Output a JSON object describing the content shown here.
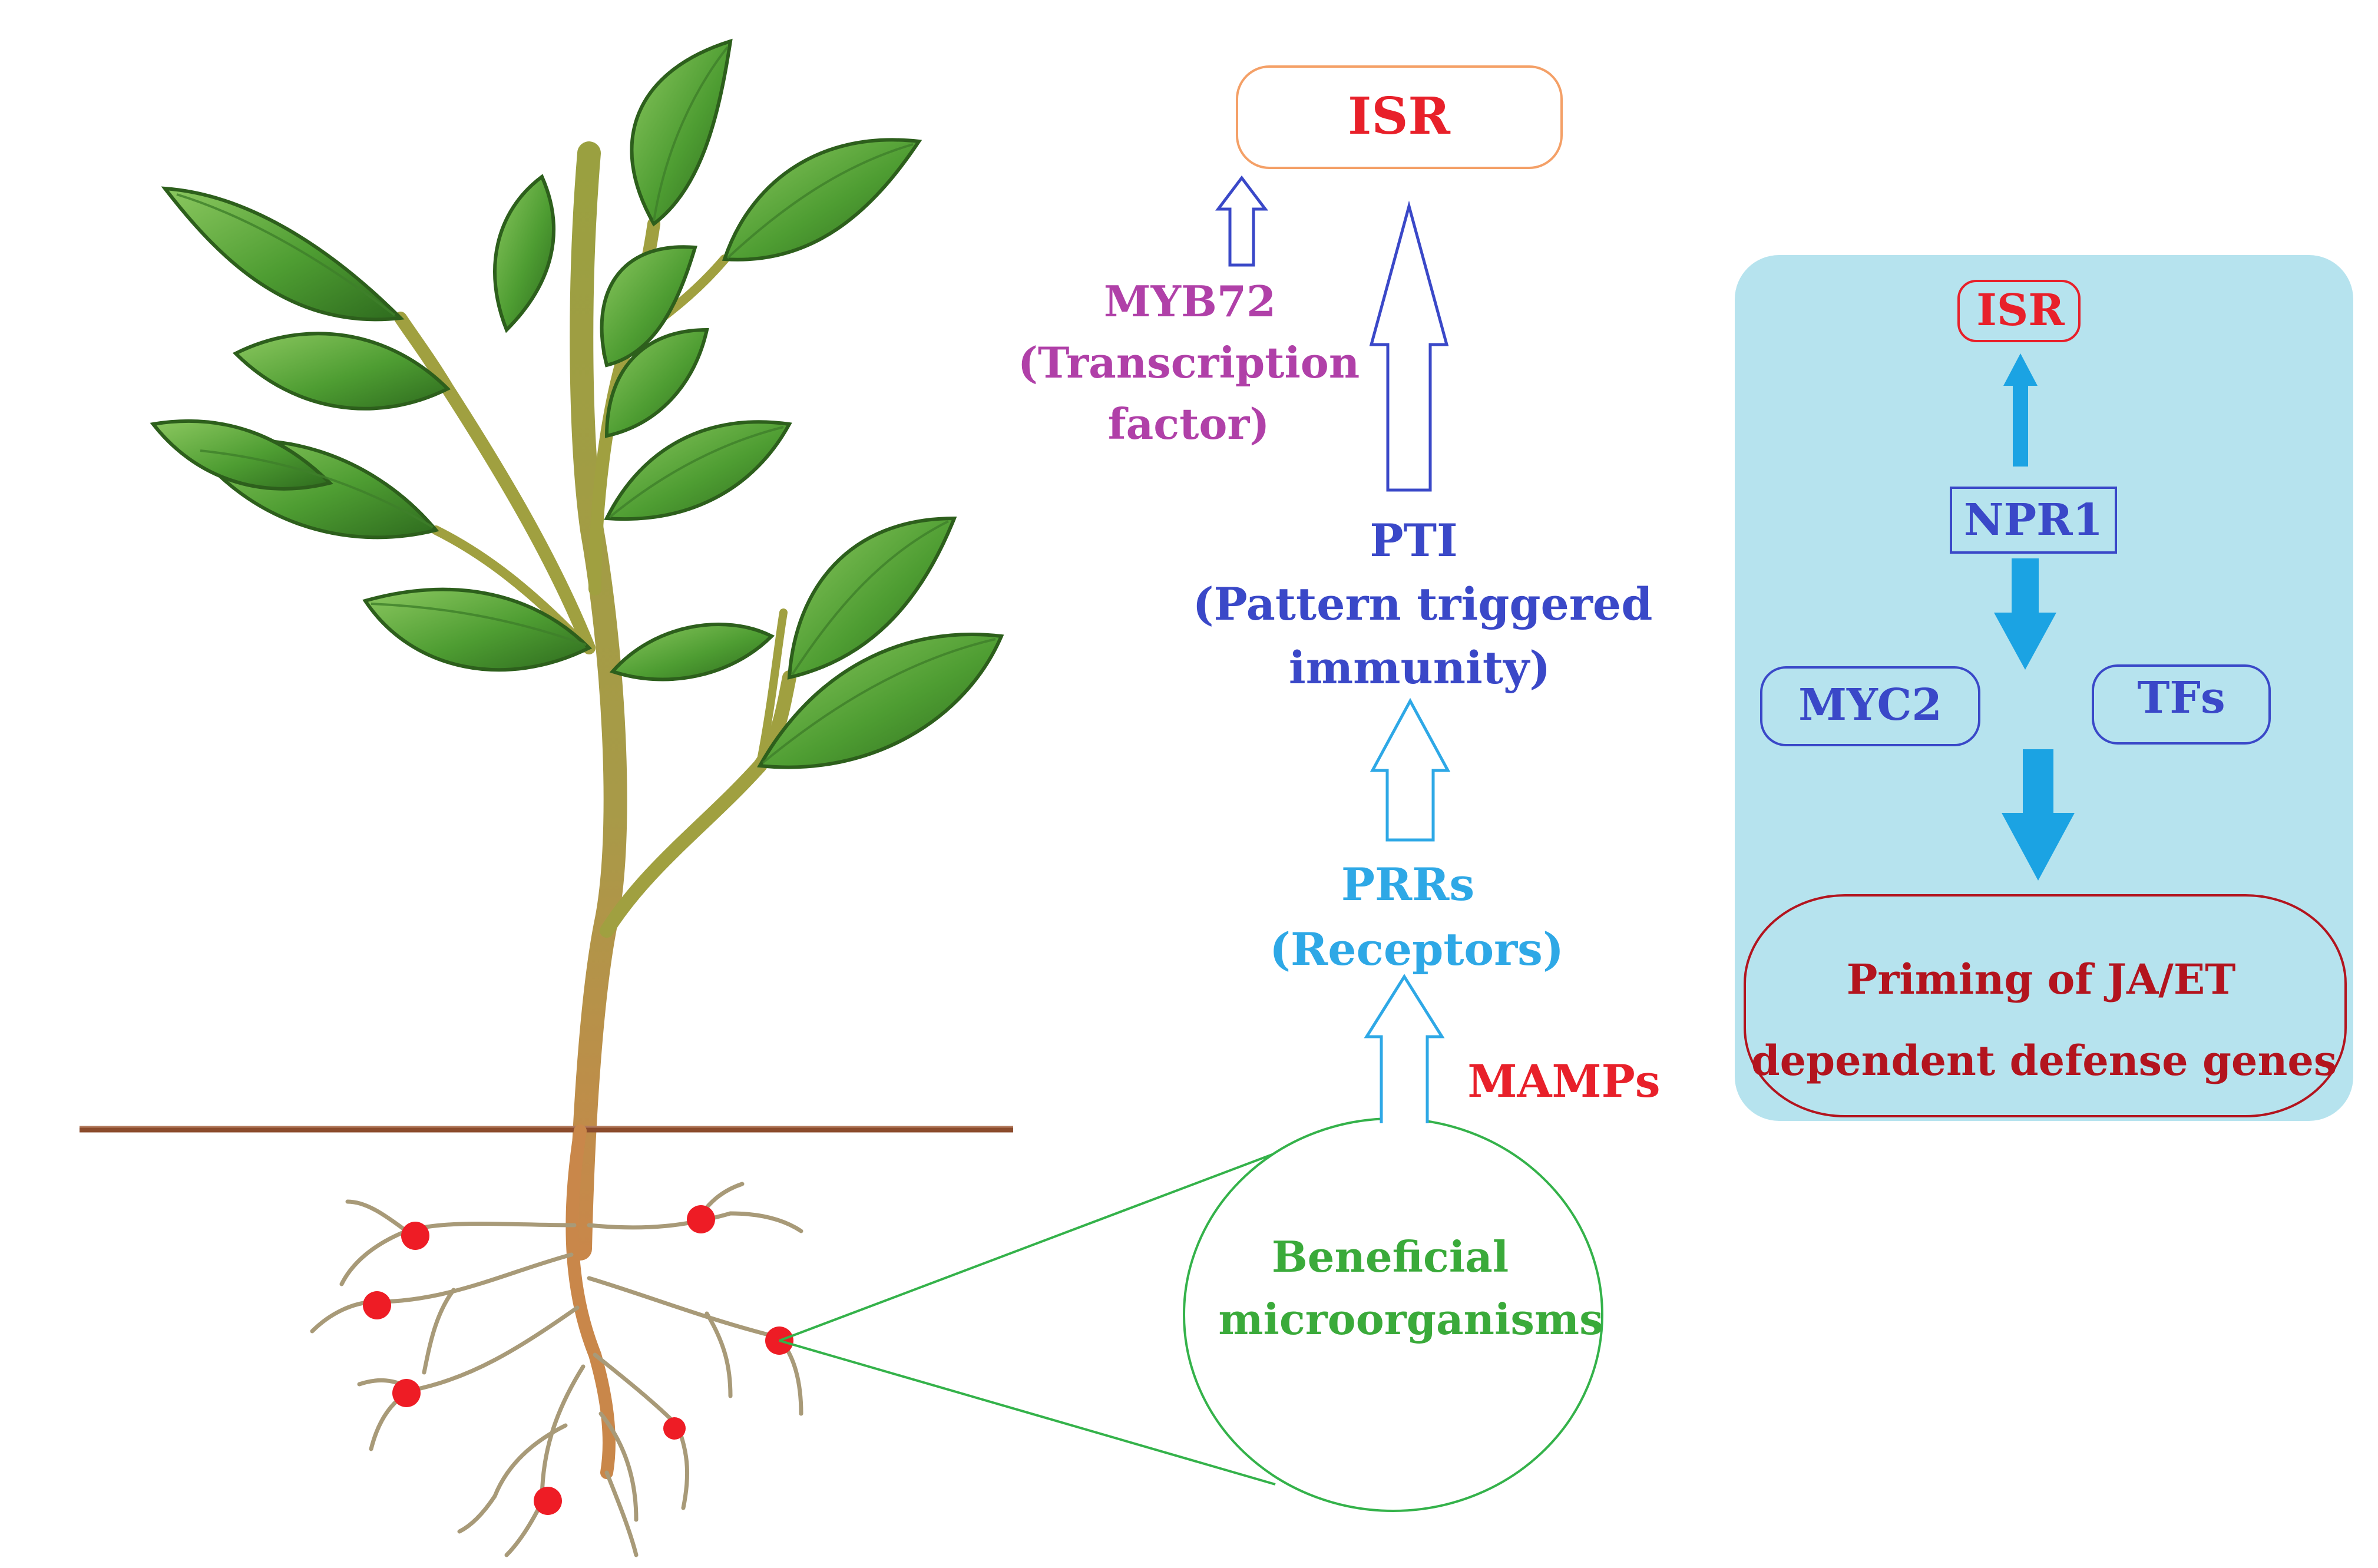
{
  "labels": {
    "isr_main": "ISR",
    "myb72": "MYB72",
    "myb72_desc_1": "(Transcription",
    "myb72_desc_2": "factor)",
    "pti": "PTI",
    "pti_desc_1": "(Pattern triggered",
    "pti_desc_2": "immunity)",
    "prrs": "PRRs",
    "prrs_desc": "(Receptors)",
    "mamps": "MAMPs",
    "microbes_1": "Beneficial",
    "microbes_2": "microorganisms",
    "panel_isr": "ISR",
    "npr1": "NPR1",
    "myc2": "MYC2",
    "tfs": "TFs",
    "priming_1": "Priming of JA/ET",
    "priming_2": "dependent defense genes"
  },
  "colors": {
    "red_label": "#e8202a",
    "myb_purple": "#b040a8",
    "pti_blue": "#3a48c8",
    "prr_cyan": "#2ea8e6",
    "microbe_green": "#3aaa3a",
    "priming_red": "#b3141e",
    "panel_bg": "#b6e3ee",
    "arrow_cyan": "#1ba3e3",
    "leaf_green": "#55a838",
    "stem": "#9a9a3c",
    "root": "#a89a78",
    "soil": "#8b4b2c"
  },
  "icons": [
    "plant-illustration",
    "red-bacteria-dots"
  ]
}
